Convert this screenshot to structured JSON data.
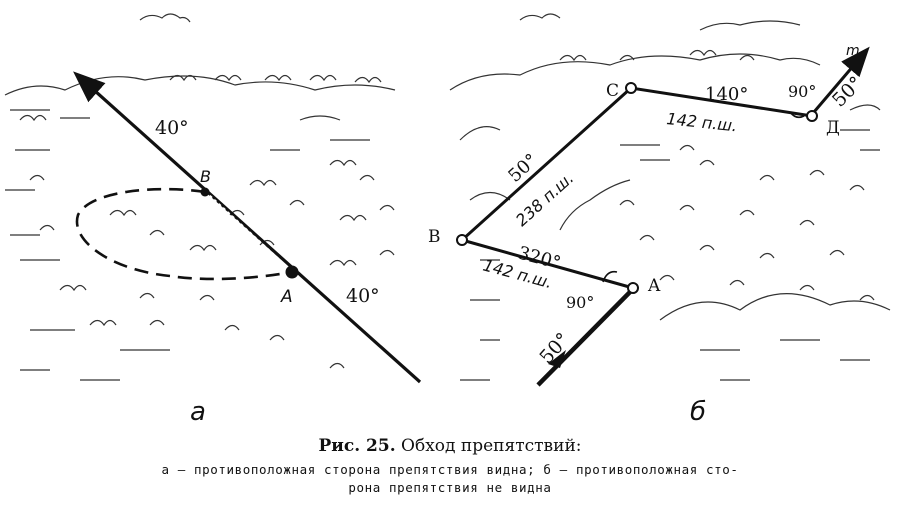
{
  "figure": {
    "caption_title_num": "Рис. 25.",
    "caption_title_text": " Обход препятствий:",
    "caption_line1": "а — противоположная  сторона  препятствия  видна;  б — противоположная  сто-",
    "caption_line2": "рона препятствия не видна"
  },
  "panel_a": {
    "letter": "а",
    "point_a": "A",
    "point_b": "B",
    "azimuth_top": "40°",
    "azimuth_bottom": "40°"
  },
  "panel_b": {
    "letter": "б",
    "point_a": "A",
    "point_b": "B",
    "point_c": "C",
    "point_d": "Д",
    "angle_ab_azimuth": "320°",
    "angle_ab_steps": "142 п.ш.",
    "angle_a_right": "90°",
    "angle_approach": "50°",
    "angle_bc_azimuth": "50°",
    "angle_bc_steps": "238 п.ш.",
    "angle_cd_azimuth": "140°",
    "angle_cd_steps": "142 п.ш.",
    "angle_d_right": "90°",
    "angle_exit": "50°",
    "exit_marker": "m"
  },
  "colors": {
    "ink": "#111111",
    "background": "#ffffff"
  }
}
